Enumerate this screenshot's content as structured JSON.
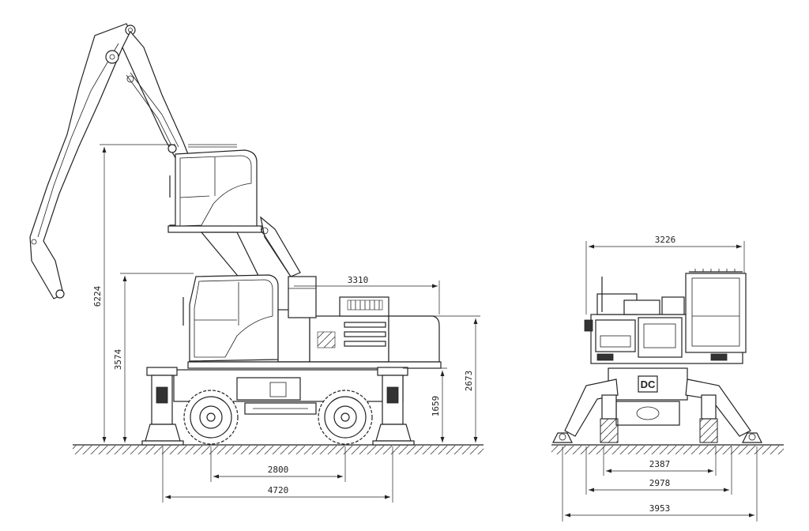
{
  "side_view": {
    "dimensions": {
      "cab_raised_height": "6224",
      "cab_lowered_height": "3574",
      "rear_length": "3310",
      "counterweight_height": "2673",
      "frame_height": "1659",
      "wheelbase": "2800",
      "outrigger_length": "4720"
    }
  },
  "rear_view": {
    "dimensions": {
      "upper_width": "3226",
      "track_width": "2387",
      "tire_width": "2978",
      "outrigger_width": "3953"
    },
    "logo_text": "DC"
  }
}
